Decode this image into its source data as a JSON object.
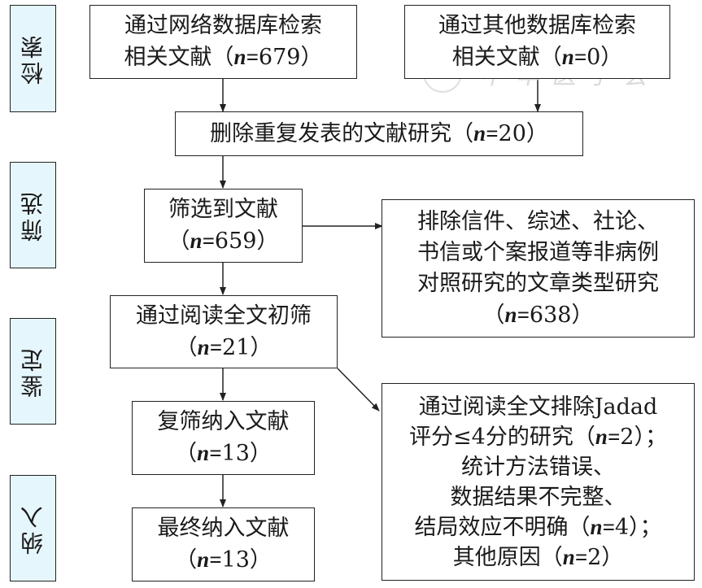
{
  "phases": [
    {
      "id": "identification",
      "label": "检索"
    },
    {
      "id": "screening",
      "label": "筛选"
    },
    {
      "id": "eligibility",
      "label": "鉴定"
    },
    {
      "id": "included",
      "label": "纳入"
    }
  ],
  "boxes": {
    "database_search": {
      "lines": [
        "通过网络数据库检索",
        "相关文献（"
      ],
      "n": "679",
      "suffix": "）"
    },
    "other_search": {
      "lines": [
        "通过其他数据库检索",
        "相关文献（"
      ],
      "n": "0",
      "suffix": "）"
    },
    "duplicates": {
      "text": "删除重复发表的文献研究（",
      "n": "20",
      "suffix": "）"
    },
    "screened": {
      "title": "筛选到文献",
      "prefix": "（",
      "n": "659",
      "suffix": "）"
    },
    "excluded_type": {
      "lines": [
        "排除信件、综述、社论、",
        "书信或个案报道等非病例",
        "对照研究的文章类型研究"
      ],
      "prefix": "（",
      "n": "638",
      "suffix": "）"
    },
    "fulltext": {
      "title": "通过阅读全文初筛",
      "prefix": "（",
      "n": "21",
      "suffix": "）"
    },
    "excluded_fulltext": {
      "line1": "通过阅读全文排除Jadad",
      "line2_prefix": "评分≤4分的研究（",
      "line2_n": "2",
      "line2_suffix": "）；",
      "line3": "统计方法错误、",
      "line4": "数据结果不完整、",
      "line5_prefix": "结局效应不明确（",
      "line5_n": "4",
      "line5_suffix": "）；",
      "line6_prefix": "其他原因（",
      "line6_n": "2",
      "line6_suffix": "）"
    },
    "rescreen": {
      "title": "复筛纳入文献",
      "prefix": "（",
      "n": "13",
      "suffix": "）"
    },
    "final": {
      "title": "最终纳入文献",
      "prefix": "（",
      "n": "13",
      "suffix": "）"
    }
  },
  "n_symbol": "n=",
  "watermark": "中华医学会",
  "colors": {
    "phase_fill": "#e6f6fd",
    "border": "#222222"
  }
}
